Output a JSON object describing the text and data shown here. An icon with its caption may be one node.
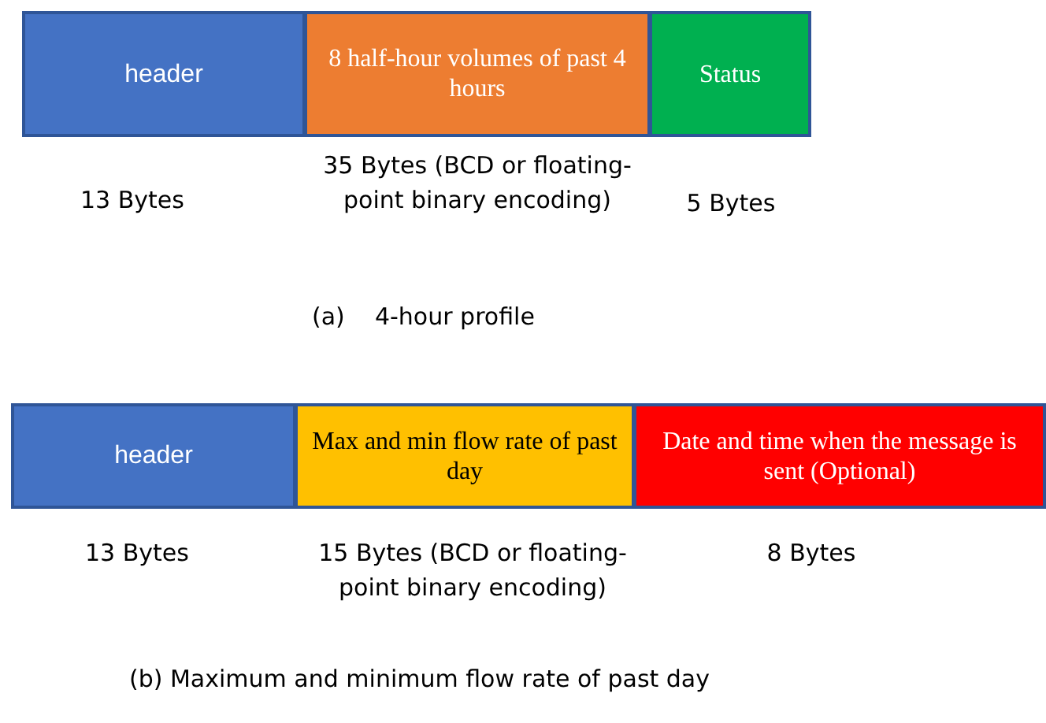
{
  "diagram": {
    "nodes": [
      {
        "text": [
          "header"
        ],
        "beside": [
          "13 Bytes"
        ]
      },
      {
        "text": [
          "8 half-hour volumes of past 4 hours"
        ],
        "beside": [
          "35 Bytes (BCD or floating-point binary encoding)"
        ]
      },
      {
        "text": [
          "Status"
        ],
        "beside": [
          "5 Bytes"
        ]
      },
      {
        "text": [
          "header"
        ],
        "beside": [
          "13 Bytes"
        ]
      },
      {
        "text": [
          "Max and min flow rate of past day"
        ],
        "beside": [
          "15 Bytes (BCD or floating-point binary encoding)"
        ]
      },
      {
        "text": [
          "Date and time when the message is sent (Optional)"
        ],
        "beside": [
          "8 Bytes"
        ]
      }
    ],
    "edges": [],
    "labels": [
      "(a)    4-hour profile",
      "(b) Maximum and minimum flow rate of past day"
    ]
  }
}
